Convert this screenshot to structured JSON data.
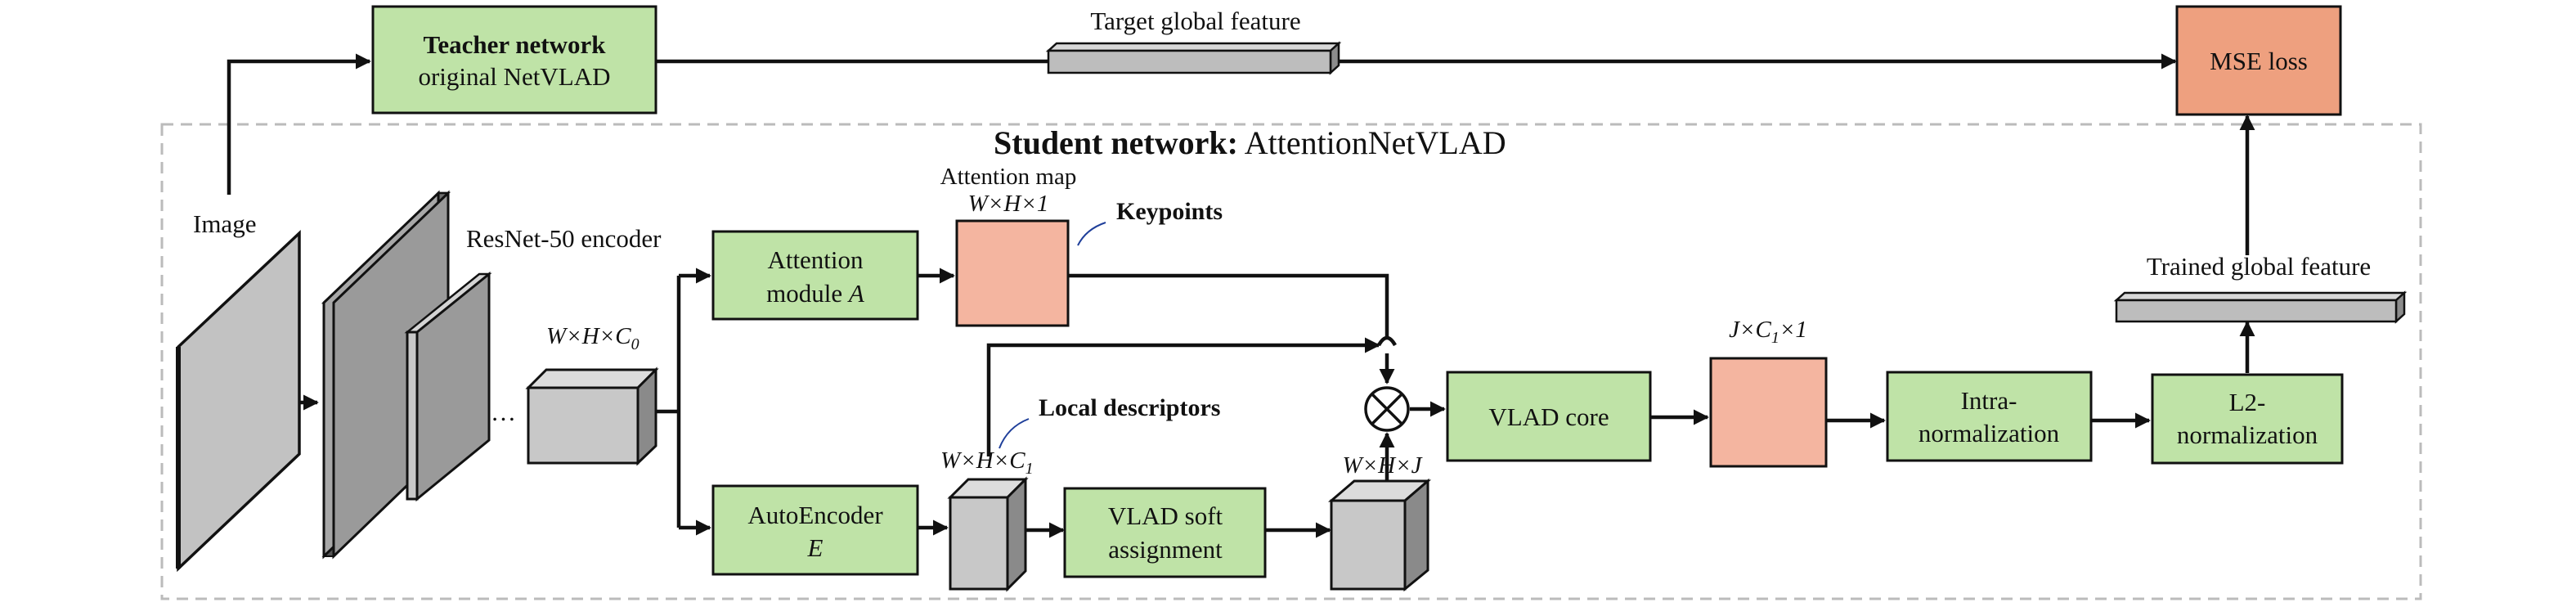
{
  "diagram": {
    "teacher": {
      "title": "Teacher network",
      "subtitle": "original NetVLAD"
    },
    "target_feature_label": "Target global feature",
    "mse_loss": "MSE loss",
    "student": {
      "title_bold": "Student network:",
      "title_rest": " AttentionNetVLAD"
    },
    "image_label": "Image",
    "resnet_label": "ResNet-50 encoder",
    "ellipsis": "…",
    "dims": {
      "encoder_out": {
        "base": "W×H×C",
        "sub": "0"
      },
      "attention_map": "W×H×1",
      "local_desc": {
        "base": "W×H×C",
        "sub": "1"
      },
      "soft_assign": "W×H×J",
      "vlad_out": {
        "pre": "J×C",
        "sub": "1",
        "post": "×1"
      }
    },
    "attention_map_label": "Attention map",
    "keypoints_label": "Keypoints",
    "local_descriptors_label": "Local descriptors",
    "attention_module": {
      "line1": "Attention",
      "line2": "module ",
      "var": "A"
    },
    "autoencoder": {
      "line1": "AutoEncoder",
      "var": "E"
    },
    "vlad_soft": {
      "line1": "VLAD soft",
      "line2": "assignment"
    },
    "vlad_core": "VLAD core",
    "intra_norm": {
      "line1": "Intra-",
      "line2": "normalization"
    },
    "l2_norm": {
      "line1": "L2-",
      "line2": "normalization"
    },
    "trained_feature_label": "Trained global feature",
    "multiply_symbol": "⊗"
  },
  "colors": {
    "module_green": "#bfe3a7",
    "feature_salmon": "#f4b5a0",
    "loss_orange": "#eea07f",
    "tensor_gray": "#c8c8c8",
    "dashed_border": "#bbbbbb"
  }
}
